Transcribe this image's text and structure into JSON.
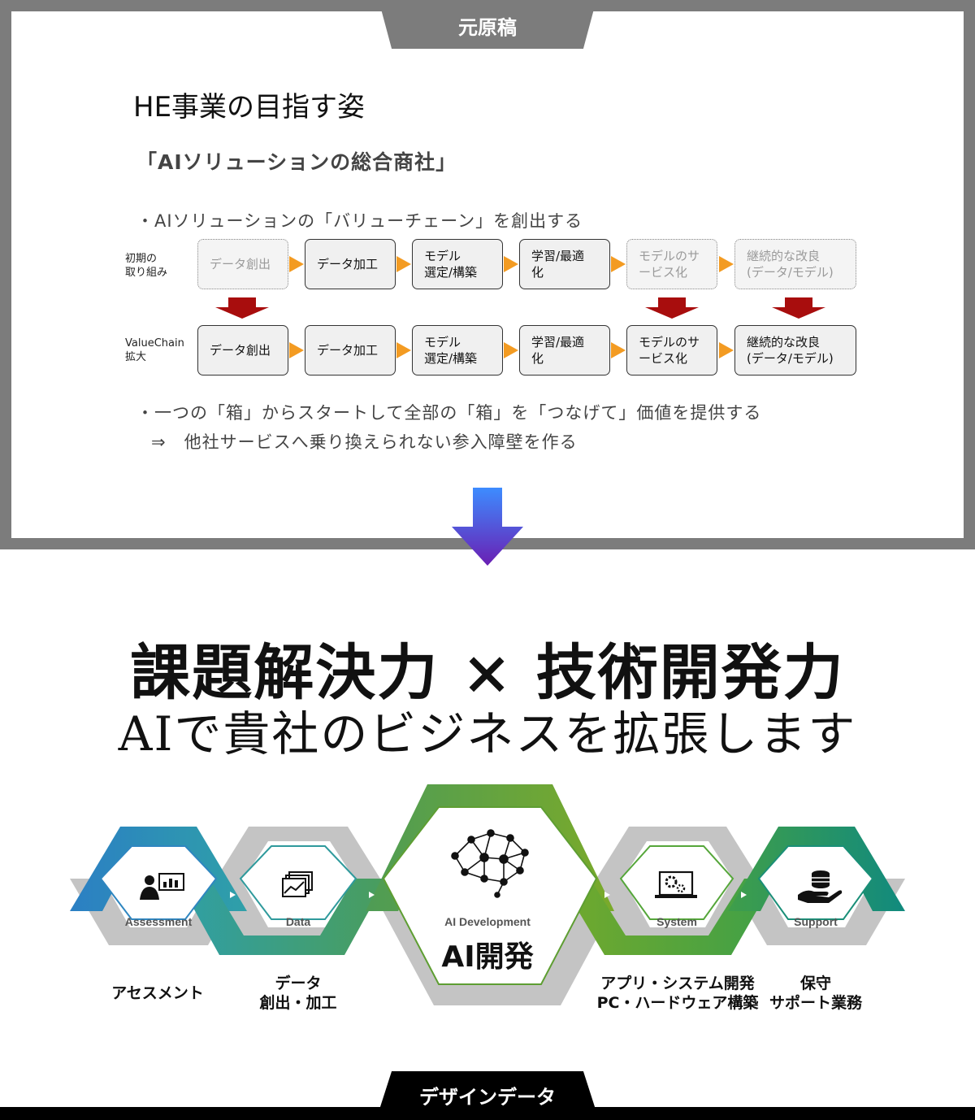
{
  "original": {
    "tab_label": "元原稿",
    "title": "HE事業の目指す姿",
    "subtitle": "「AIソリューションの総合商社」",
    "bullet_value_chain": "・AIソリューションの「バリューチェーン」を創出する",
    "rows": [
      {
        "label_line1": "初期の",
        "label_line2": "取り組み",
        "boxes": [
          {
            "line1": "データ創出",
            "line2": "",
            "state": "ghost"
          },
          {
            "line1": "データ加工",
            "line2": "",
            "state": "active"
          },
          {
            "line1": "モデル",
            "line2": "選定/構築",
            "state": "active"
          },
          {
            "line1": "学習/最適",
            "line2": "化",
            "state": "active"
          },
          {
            "line1": "モデルのサ",
            "line2": "ービス化",
            "state": "ghost"
          },
          {
            "line1": "継続的な改良",
            "line2": "(データ/モデル)",
            "state": "ghost"
          }
        ]
      },
      {
        "label_line1": "ValueChain",
        "label_line2": "拡大",
        "boxes": [
          {
            "line1": "データ創出",
            "line2": "",
            "state": "active"
          },
          {
            "line1": "データ加工",
            "line2": "",
            "state": "active"
          },
          {
            "line1": "モデル",
            "line2": "選定/構築",
            "state": "active"
          },
          {
            "line1": "学習/最適",
            "line2": "化",
            "state": "active"
          },
          {
            "line1": "モデルのサ",
            "line2": "ービス化",
            "state": "active"
          },
          {
            "line1": "継続的な改良",
            "line2": "(データ/モデル)",
            "state": "active"
          }
        ]
      }
    ],
    "bullet_box": "・一つの「箱」からスタートして全部の「箱」を「つなげて」価値を提供する",
    "bullet_barrier": "⇒　他社サービスへ乗り換えられない参入障壁を作る"
  },
  "design": {
    "tab_label": "デザインデータ",
    "headline": "課題解決力 × 技術開発力",
    "subheadline": "AIで貴社のビジネスを拡張します",
    "steps": [
      {
        "label": "Assessment",
        "caption_line1": "アセスメント",
        "caption_line2": "",
        "icon": "presentation-icon",
        "color": "#2f86c0"
      },
      {
        "label": "Data",
        "caption_line1": "データ",
        "caption_line2": "創出・加工",
        "icon": "chart-image-icon",
        "color": "#2f9a9c"
      },
      {
        "label": "AI Development",
        "big_label": "AI開発",
        "caption_line1": "",
        "caption_line2": "",
        "icon": "brain-network-icon",
        "color": "#5e9e32"
      },
      {
        "label": "System",
        "caption_line1": "アプリ・システム開発",
        "caption_line2": "PC・ハードウェア構築",
        "icon": "monitor-gears-icon",
        "color": "#55a63a"
      },
      {
        "label": "Support",
        "caption_line1": "保守",
        "caption_line2": "サポート業務",
        "icon": "coins-hand-icon",
        "color": "#1a8f78"
      }
    ]
  },
  "colors": {
    "frame_gray": "#7c7c7c",
    "chevron_orange": "#f39b22",
    "down_arrow_red": "#a80d0d",
    "gradient_top": "#3d8cff",
    "gradient_bottom": "#6a1fb3",
    "hex_gray": "#c4c4c4"
  }
}
